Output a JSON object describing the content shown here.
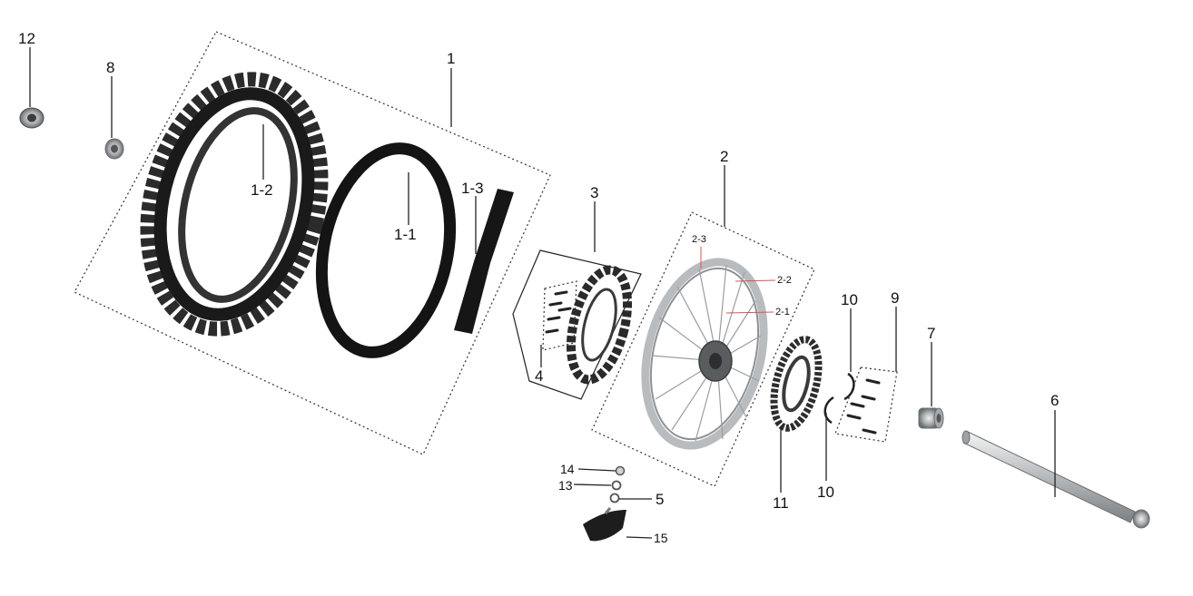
{
  "labels": {
    "p12": "12",
    "p8": "8",
    "p1": "1",
    "p1_2": "1-2",
    "p1_1": "1-1",
    "p1_3": "1-3",
    "p3": "3",
    "p4": "4",
    "p2": "2",
    "p2_3": "2-3",
    "p2_2": "2-2",
    "p2_1": "2-1",
    "p10a": "10",
    "p10b": "10",
    "p9": "9",
    "p7": "7",
    "p6": "6",
    "p11": "11",
    "p14": "14",
    "p13": "13",
    "p5": "5",
    "p15": "15"
  },
  "colors": {
    "tire": "#2b2b2b",
    "tube": "#141414",
    "metal": "#b9bcbf",
    "leader_red": "#d9534f"
  }
}
